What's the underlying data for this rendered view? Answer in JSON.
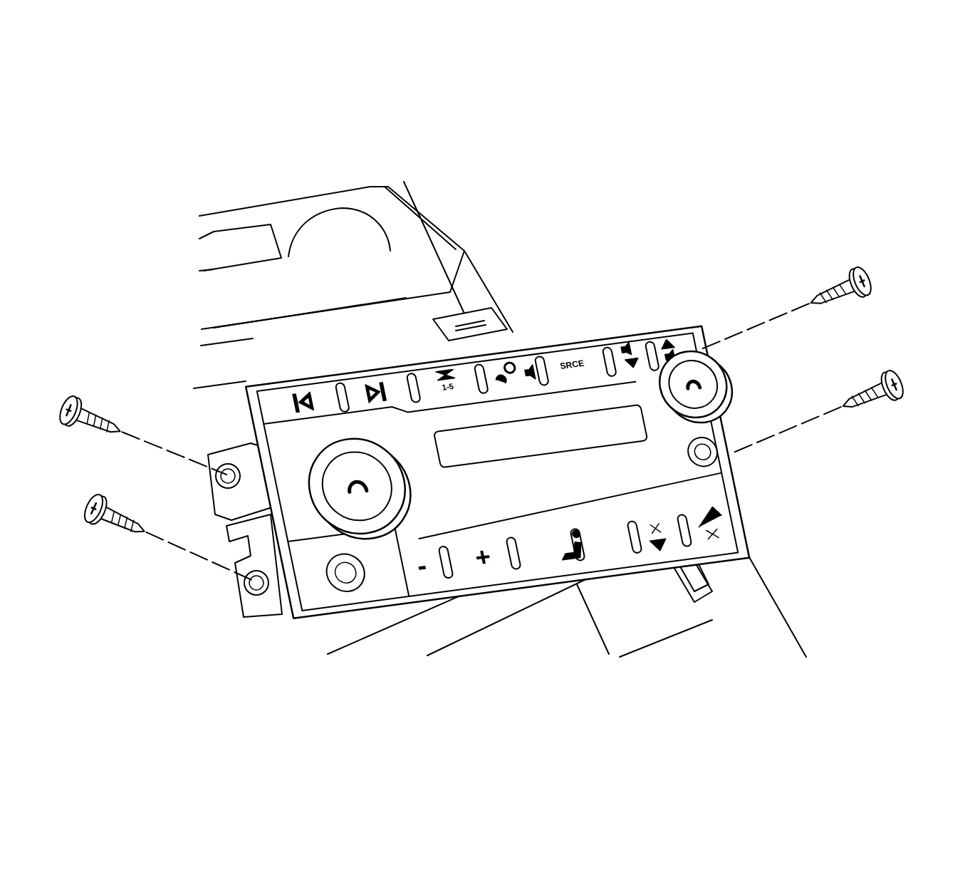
{
  "diagram": {
    "labels": [
      "1-5",
      "SRCE",
      "-",
      "+"
    ]
  }
}
